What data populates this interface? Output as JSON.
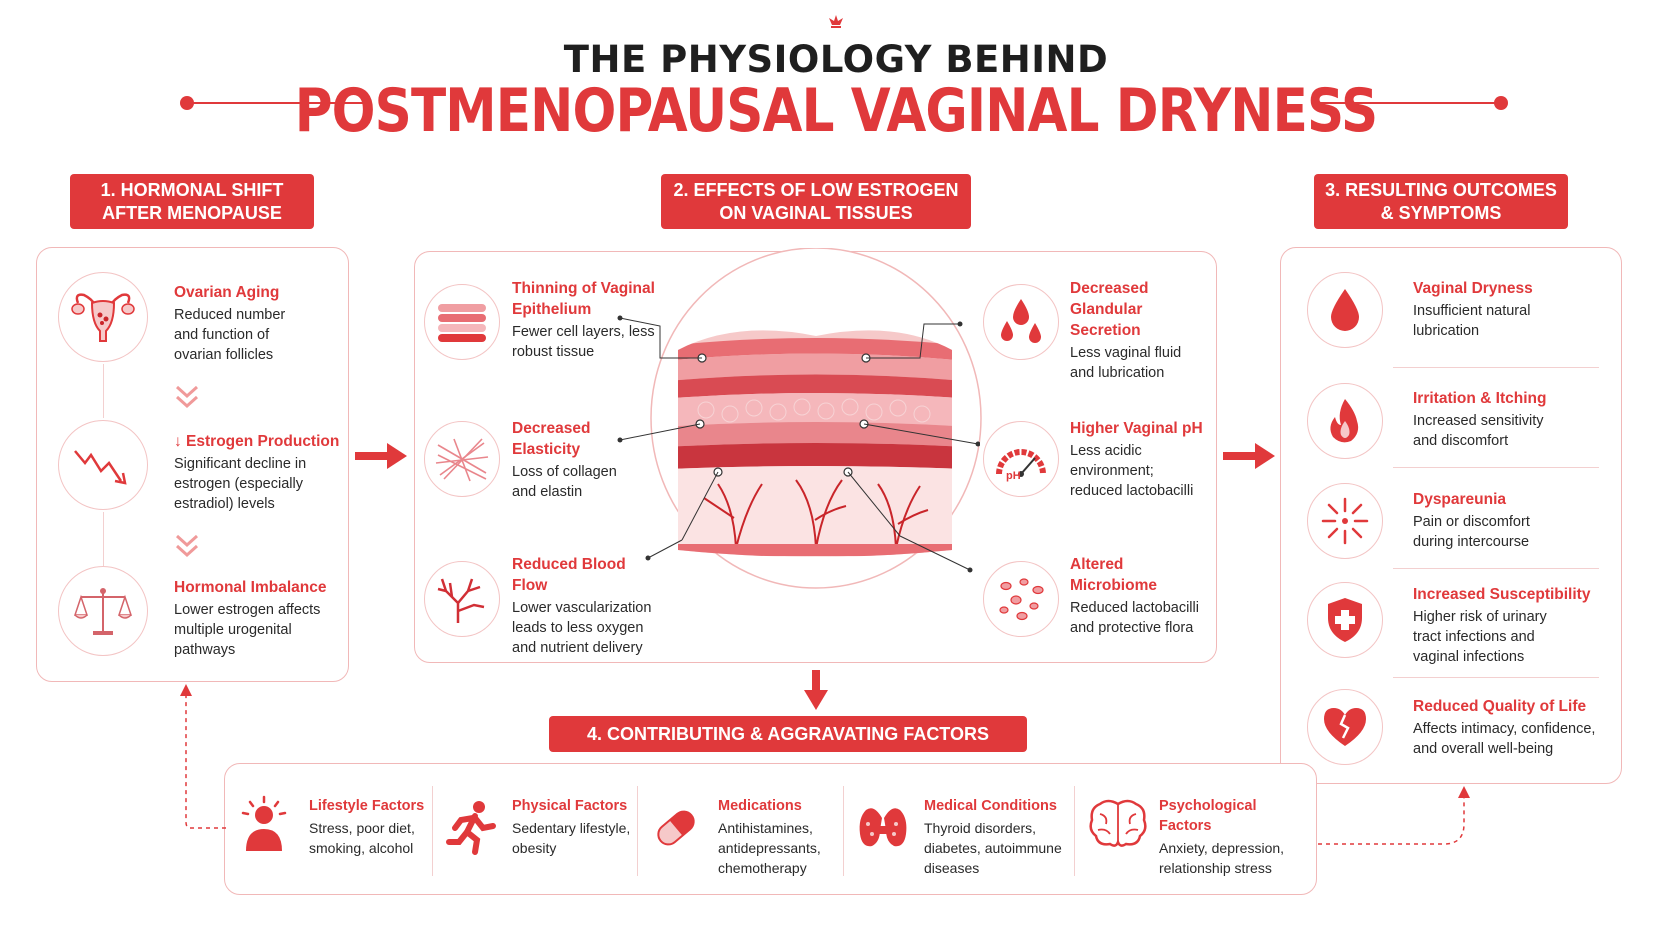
{
  "header": {
    "title_top": "THE PHYSIOLOGY BEHIND",
    "title_main": "POSTMENOPAUSAL VAGINAL DRYNESS"
  },
  "sections": {
    "s1": {
      "line1": "1. HORMONAL SHIFT",
      "line2": "AFTER MENOPAUSE"
    },
    "s2": {
      "line1": "2. EFFECTS OF LOW ESTROGEN",
      "line2": "ON VAGINAL TISSUES"
    },
    "s3": {
      "line1": "3. RESULTING OUTCOMES",
      "line2": "& SYMPTOMS"
    },
    "s4": {
      "label": "4. CONTRIBUTING & AGGRAVATING FACTORS"
    }
  },
  "hormonal": [
    {
      "title": "Ovarian Aging",
      "desc": "Reduced number and function of ovarian follicles",
      "icon": "uterus-ovaries-icon"
    },
    {
      "title": "↓ Estrogen Production",
      "desc": "Significant decline in estrogen (especially estradiol) levels",
      "icon": "declining-graph-icon"
    },
    {
      "title": "Hormonal Imbalance",
      "desc": "Lower estrogen affects multiple urogenital pathways",
      "icon": "scales-icon"
    }
  ],
  "effects_left": [
    {
      "title": "Thinning of Vaginal Epithelium",
      "desc": "Fewer cell layers, less robust tissue",
      "icon": "tissue-layers-icon"
    },
    {
      "title": "Decreased Elasticity",
      "desc": "Loss of collagen and elastin",
      "icon": "fibers-icon"
    },
    {
      "title": "Reduced Blood Flow",
      "desc": "Lower vascularization leads to less oxygen and nutrient delivery",
      "icon": "blood-vessels-icon"
    }
  ],
  "effects_right": [
    {
      "title": "Decreased Glandular Secretion",
      "desc": "Less vaginal fluid and lubrication",
      "icon": "droplets-icon"
    },
    {
      "title": "Higher Vaginal pH",
      "desc": "Less acidic environment; reduced lactobacilli",
      "icon": "ph-gauge-icon",
      "gauge_label": "pH"
    },
    {
      "title": "Altered Microbiome",
      "desc": "Reduced lactobacilli and protective flora",
      "icon": "microbes-icon"
    }
  ],
  "outcomes": [
    {
      "title": "Vaginal Dryness",
      "desc": "Insufficient natural lubrication",
      "icon": "drop-icon"
    },
    {
      "title": "Irritation & Itching",
      "desc": "Increased sensitivity and discomfort",
      "icon": "flame-icon"
    },
    {
      "title": "Dyspareunia",
      "desc": "Pain or discomfort during intercourse",
      "icon": "pain-burst-icon"
    },
    {
      "title": "Increased Susceptibility",
      "desc": "Higher risk of urinary tract infections and vaginal infections",
      "icon": "shield-cross-icon"
    },
    {
      "title": "Reduced Quality of Life",
      "desc": "Affects intimacy, confidence, and overall well-being",
      "icon": "broken-heart-icon"
    }
  ],
  "factors": [
    {
      "title": "Lifestyle Factors",
      "desc": "Stress, poor diet, smoking, alcohol",
      "icon": "stressed-person-icon"
    },
    {
      "title": "Physical Factors",
      "desc": "Sedentary lifestyle, obesity",
      "icon": "running-person-icon"
    },
    {
      "title": "Medications",
      "desc": "Antihistamines, antidepressants, chemotherapy",
      "icon": "pill-icon"
    },
    {
      "title": "Medical Conditions",
      "desc": "Thyroid disorders, diabetes, autoimmune diseases",
      "icon": "thyroid-icon"
    },
    {
      "title": "Psychological Factors",
      "desc": "Anxiety, depression, relationship stress",
      "icon": "brain-icon"
    }
  ],
  "colors": {
    "accent": "#e0393b",
    "panel_border": "#f1b8b8",
    "soft_pink": "#f6c9c9"
  }
}
